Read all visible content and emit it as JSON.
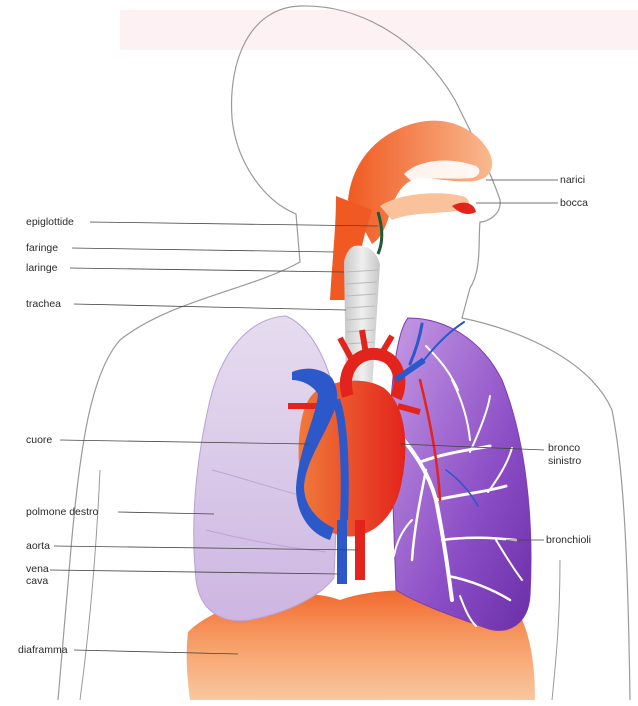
{
  "labels": {
    "narici": "narici",
    "bocca": "bocca",
    "epiglottide": "epiglottide",
    "faringe": "faringe",
    "laringe": "laringe",
    "trachea": "trachea",
    "cuore": "cuore",
    "bronco_sinistro_line1": "bronco",
    "bronco_sinistro_line2": "sinistro",
    "polmone_destro": "polmone destro",
    "aorta": "aorta",
    "bronchioli": "bronchioli",
    "vena_cava_line1": "vena",
    "vena_cava_line2": "cava",
    "diaframma": "diaframma"
  },
  "colors": {
    "outline": "#9a9a9a",
    "airway_orange": "#f2652a",
    "airway_light": "#f9b98f",
    "trachea_gray": "#d9d9d9",
    "right_lung": "#d6c6e6",
    "left_lung": "#8b4bc2",
    "artery_red": "#e3241c",
    "vein_blue": "#2d58c9",
    "diaphragm": "#f06a2e",
    "heart": "#f28a4c"
  }
}
